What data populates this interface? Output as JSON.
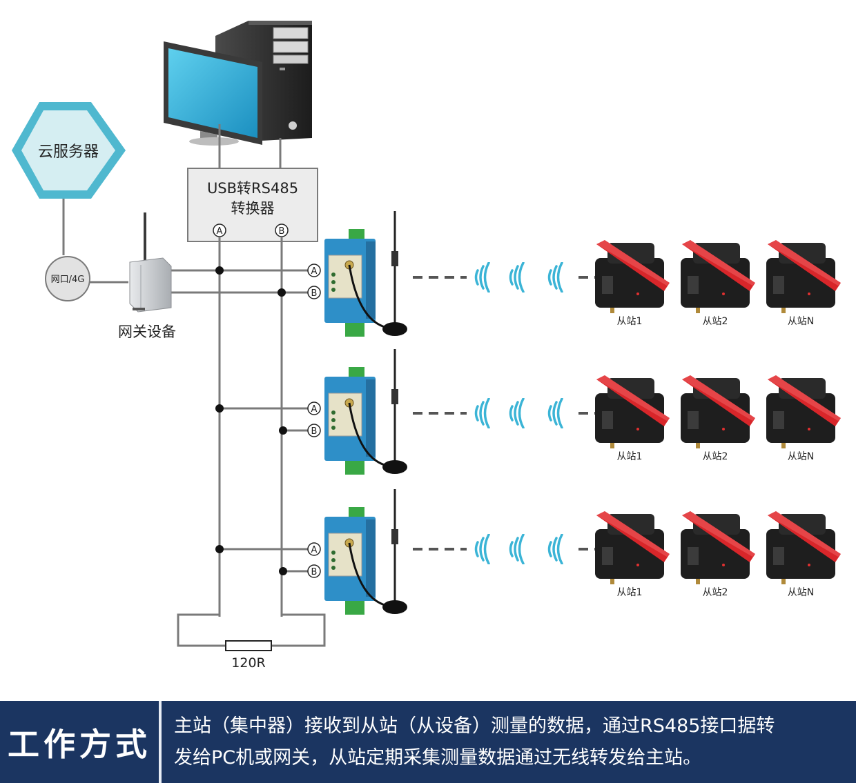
{
  "diagram": {
    "cloud_server": "云服务器",
    "network_port": "网口/4G",
    "gateway": "网关设备",
    "converter_line1": "USB转RS485",
    "converter_line2": "转换器",
    "terminal_a": "A",
    "terminal_b": "B",
    "resistor": "120R",
    "slave_rows": [
      {
        "labels": [
          "从站1",
          "从站2",
          "从站N"
        ]
      },
      {
        "labels": [
          "从站1",
          "从站2",
          "从站N"
        ]
      },
      {
        "labels": [
          "从站1",
          "从站2",
          "从站N"
        ]
      }
    ]
  },
  "footer": {
    "title": "工作方式",
    "line1": "主站（集中器）接收到从站（从设备）测量的数据，通过RS485接口据转",
    "line2": "发给PC机或网关，从站定期采集测量数据通过无线转发给主站。"
  },
  "colors": {
    "accent_cyan": "#4fb8cf",
    "module_blue": "#2e8fc8",
    "footer_bg": "#1b3561",
    "wire": "#7a7a7a",
    "cable_red": "#d8262a"
  }
}
